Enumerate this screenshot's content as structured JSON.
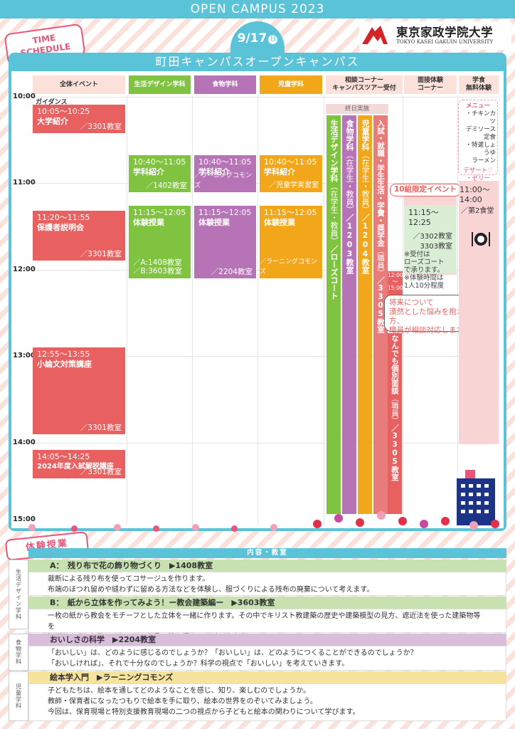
{
  "header": {
    "banner": "OPEN CAMPUS  2023",
    "time_schedule": "TIME\nSCHEDULE",
    "date": "9/17",
    "weekday": "日",
    "title": "町田キャンパスオープンキャンパス",
    "logo_jp": "東京家政学院大学",
    "logo_en": "TOKYO KASEI GAKUIN UNIVERSITY"
  },
  "columns": [
    "全体イベント",
    "生活デザイン学科",
    "食物学科",
    "児童学科",
    "相談コーナー\nキャンパスツアー受付",
    "面接体験\nコーナー",
    "学食\n無料体験"
  ],
  "times": [
    "10:00",
    "11:00",
    "12:00",
    "13:00",
    "14:00",
    "15:00"
  ],
  "general": {
    "guidance": "ガイダンス",
    "events": [
      {
        "time": "10:05〜10:25",
        "name": "大学紹介",
        "room": "／3301教室"
      },
      {
        "time": "11:20〜11:55",
        "name": "保護者説明会",
        "room": "／3301教室"
      },
      {
        "time": "12:55〜13:55",
        "name": "小論文対策講座",
        "room": "／3301教室"
      },
      {
        "time": "14:05〜14:25",
        "name": "2024年度入試解説講座",
        "room": "／3301教室"
      }
    ]
  },
  "dept": {
    "intro_time": "10:40〜11:05",
    "intro_name": "学科紹介",
    "exp_time": "11:15〜12:05",
    "exp_name": "体験授業",
    "life_intro_room": "／1402教室",
    "food_intro_room": "／ラーニングコモンズ",
    "child_intro_room": "／児童学実習室",
    "life_exp_room_a": "／A:1408教室",
    "life_exp_room_b": "／B:3603教室",
    "food_exp_room": "／2204教室",
    "child_exp_room": "／ラーニングコモンズ"
  },
  "consult": {
    "all_day": "終日実施",
    "life": {
      "main": "生活デザイン学科",
      "sub": "（在学生・教員）",
      "room": "／ローズコート"
    },
    "food": {
      "main": "食物学科",
      "sub": "（在学生・教員）",
      "room": "／1203教室"
    },
    "child": {
      "main": "児童学科",
      "sub": "（在学生・教員）",
      "room": "／1204教室"
    },
    "admission": {
      "main": "入試・就職・学生生活・学費・奨学金",
      "sub": "（職員）",
      "room": "／3305教室"
    },
    "individual": {
      "time": "12:00\n〜\n15:00",
      "main": "なんでも個別面談",
      "sub": "（職員）",
      "room": "／3305教室"
    },
    "bubble": "将来について\n漠然とした悩みを抱えている方、\n職員が相談対応します！"
  },
  "interview": {
    "limit": "10組限定イベント",
    "time": "11:15〜\n12:25",
    "room": "／3302教室\n3303教室",
    "note": "※受付は\nローズコート\nで承ります。\n※体験時間は\n1人10分程度"
  },
  "cafeteria": {
    "menu_title": "メニュー",
    "items": "・チキンカツ\nデミソース\n定食\n・特選しょうゆ\nラーメン",
    "dessert": "デザート♡\n・ゼリー",
    "time": "11:00〜\n14:00",
    "room": "／第2食堂"
  },
  "taiken": {
    "tag": "体験授業",
    "header": "内容・教室",
    "rows": [
      {
        "side": "生活デザイン学科",
        "title": "A：　残り布で花の飾り物づくり　▶1408教室",
        "body": "裁断による残り布を使ってコサージュを作ります。\n布端のほつれ留めや縫わずに留める方法などを体験し、服づくりによる残布の廃棄について考えます。",
        "color": "#c7e2b0"
      },
      {
        "side": "",
        "title": "B：　紙から立体を作ってみよう！ー教会建築編ー　▶3603教室",
        "body": "一枚の紙から教会をモチーフとした立体を一緒に作ります。その中でキリスト教建築の歴史や建築模型の見方、遮近法を使った建築物等を\n解説します。お作りいただいた作品は持ち帰ることができます。",
        "color": "#c7e2b0"
      },
      {
        "side": "食物学科",
        "title": "おいしさの科学　▶2204教室",
        "body": "「おいしい」は、どのように感じるのでしょうか？「おいしい」は、どのようにつくることができるのでしょうか？\n「おいしければ」、それで十分なのでしょうか？科学の視点で「おいしい」を考えていきます。",
        "color": "#d9bedc"
      },
      {
        "side": "児童学科",
        "title": "絵本学入門　▶ラーニングコモンズ",
        "body": "子どもたちは、絵本を通してどのようなことを感じ、知り、楽しむのでしょうか。\n教師・保育者になったつもりで絵本を手に取り、絵本の世界をのぞいてみましょう。\n今回は、保育現場と特別支援教育現場の二つの視点から子どもと絵本の関わりについて学びます。",
        "color": "#f5e39e"
      }
    ]
  },
  "colors": {
    "accent": "#5ac3d8",
    "pink": "#e6577a",
    "red": "#e86060",
    "green": "#80c341",
    "purple": "#b673b6",
    "orange": "#f2a71b"
  }
}
